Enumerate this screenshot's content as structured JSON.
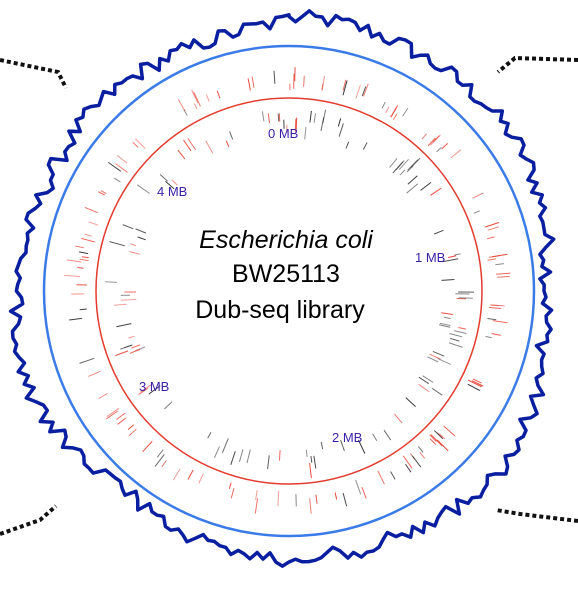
{
  "title": {
    "organism": "Escherichia coli",
    "strain": "BW25113",
    "library": "Dub-seq library"
  },
  "genome_ticks": [
    {
      "label": "0 MB",
      "angle_deg": 0
    },
    {
      "label": "1 MB",
      "angle_deg": 77
    },
    {
      "label": "2 MB",
      "angle_deg": 155
    },
    {
      "label": "3 MB",
      "angle_deg": 232
    },
    {
      "label": "4 MB",
      "angle_deg": 310
    }
  ],
  "colors": {
    "coverage_trace": "#0a1fa0",
    "outer_ring": "#3a7be8",
    "inner_ring": "#e33b2e",
    "red_marks": "#e8473a",
    "dark_marks": "#333333",
    "tick_labels": "#3a1fa8",
    "connector_lines": "#111111"
  }
}
